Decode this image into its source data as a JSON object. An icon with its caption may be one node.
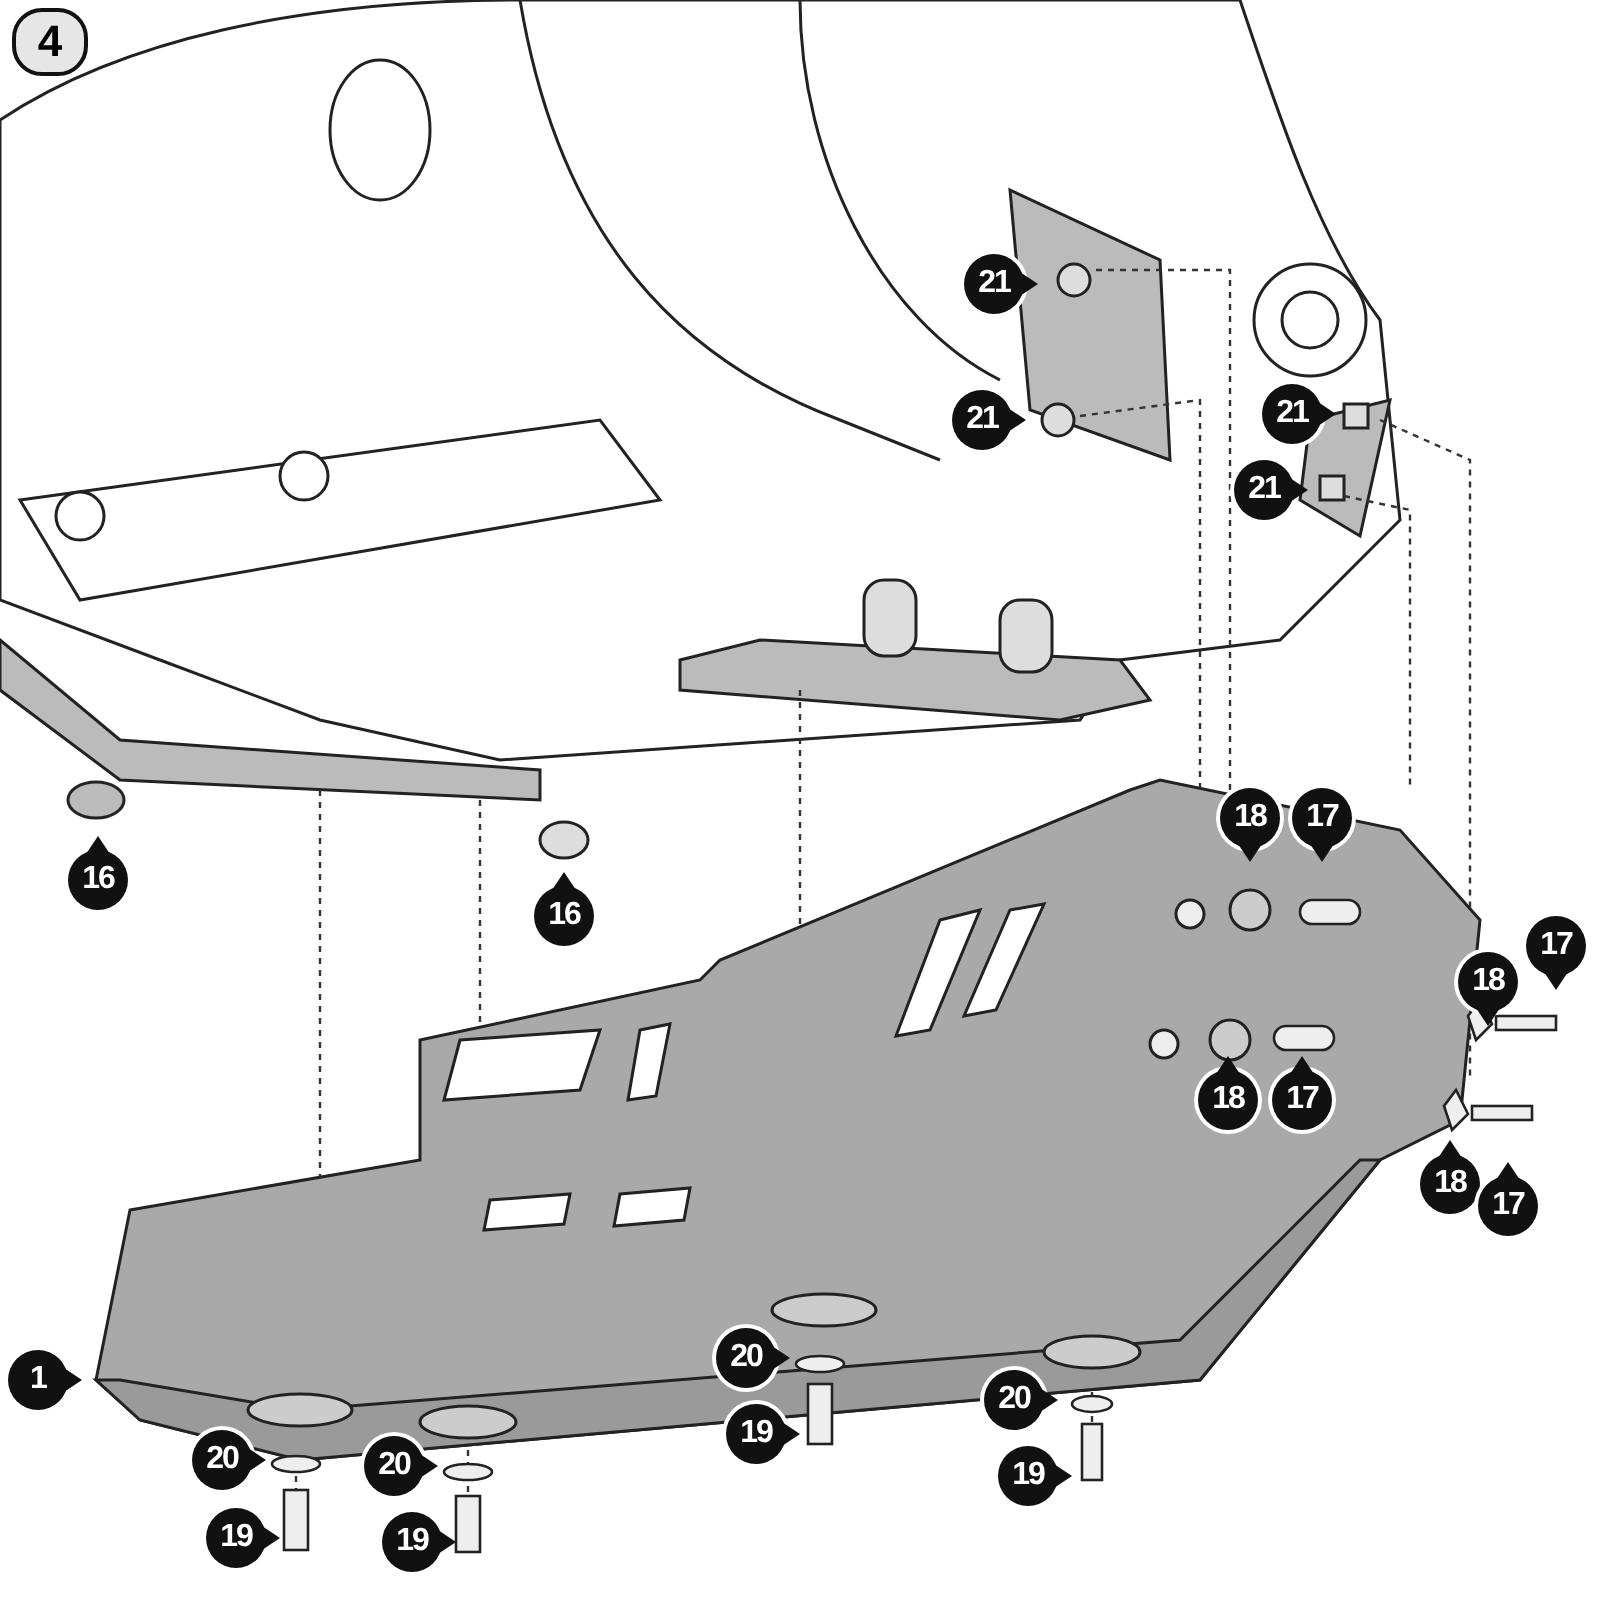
{
  "diagram": {
    "labels": [
      "4",
      "21",
      "21",
      "21",
      "21",
      "18",
      "17",
      "16",
      "16",
      "18",
      "17",
      "18",
      "17",
      "18",
      "17",
      "1",
      "20",
      "20",
      "20",
      "20",
      "19",
      "19",
      "19",
      "19"
    ]
  }
}
